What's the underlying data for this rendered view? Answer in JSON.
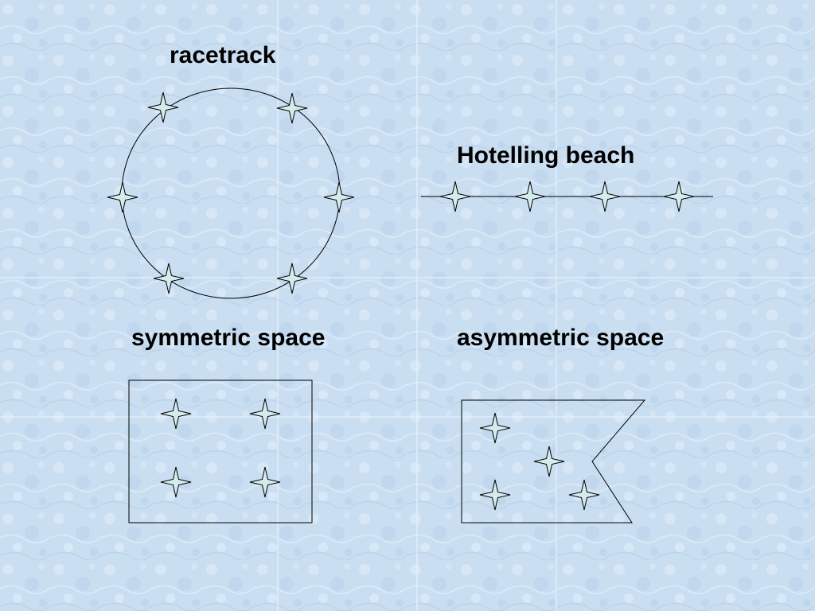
{
  "colors": {
    "background": "#c9def1",
    "background_light": "#dbe9f6",
    "tile_seam": "#e6f0fa",
    "star_fill": "#d5ecec",
    "stroke": "#000000"
  },
  "panels": {
    "racetrack": {
      "label": "racetrack",
      "shape": "circle",
      "icon": "four-point-star-icon",
      "firm_count": 6
    },
    "hotelling": {
      "label": "Hotelling beach",
      "shape": "line",
      "icon": "four-point-star-icon",
      "firm_count": 4
    },
    "symmetric": {
      "label": "symmetric space",
      "shape": "rectangle",
      "icon": "four-point-star-icon",
      "firm_count": 4
    },
    "asymmetric": {
      "label": "asymmetric space",
      "shape": "notched-flag",
      "icon": "four-point-star-icon",
      "firm_count": 4
    }
  }
}
